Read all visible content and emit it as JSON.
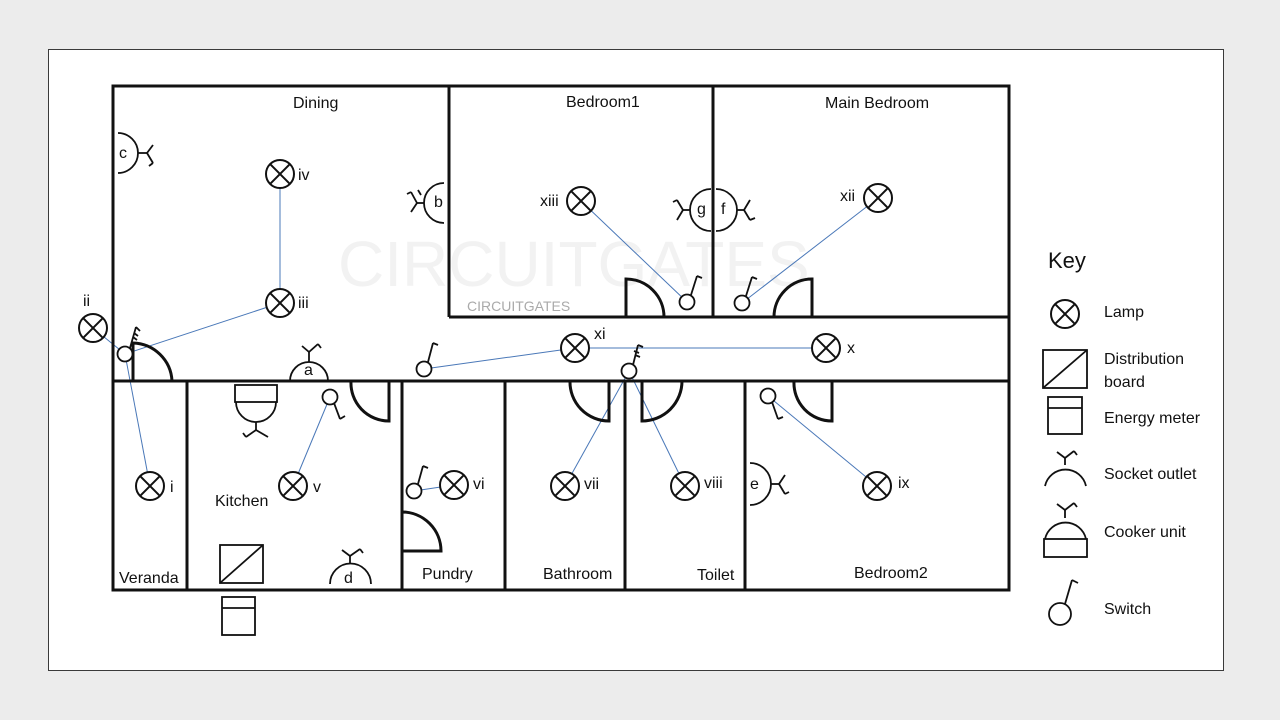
{
  "rooms": {
    "dining": "Dining",
    "bedroom1": "Bedroom1",
    "main_bedroom": "Main Bedroom",
    "veranda": "Veranda",
    "kitchen": "Kitchen",
    "pundry": "Pundry",
    "bathroom": "Bathroom",
    "toilet": "Toilet",
    "bedroom2": "Bedroom2"
  },
  "lamps": {
    "i": "i",
    "ii": "ii",
    "iii": "iii",
    "iv": "iv",
    "v": "v",
    "vi": "vi",
    "vii": "vii",
    "viii": "viii",
    "ix": "ix",
    "x": "x",
    "xi": "xi",
    "xii": "xii",
    "xiii": "xiii"
  },
  "sockets": {
    "a": "a",
    "b": "b",
    "c": "c",
    "d": "d",
    "e": "e",
    "f": "f",
    "g": "g"
  },
  "watermark": {
    "large": "CIRCUITGATES",
    "small": "CIRCUITGATES"
  },
  "key": {
    "title": "Key",
    "lamp": "Lamp",
    "distribution_board_line1": "Distribution",
    "distribution_board_line2": "board",
    "energy_meter": "Energy meter",
    "socket_outlet": "Socket outlet",
    "cooker_unit": "Cooker unit",
    "switch": "Switch"
  },
  "colors": {
    "wire": "#4a78b8",
    "wall": "#111111",
    "background": "#ececec"
  }
}
